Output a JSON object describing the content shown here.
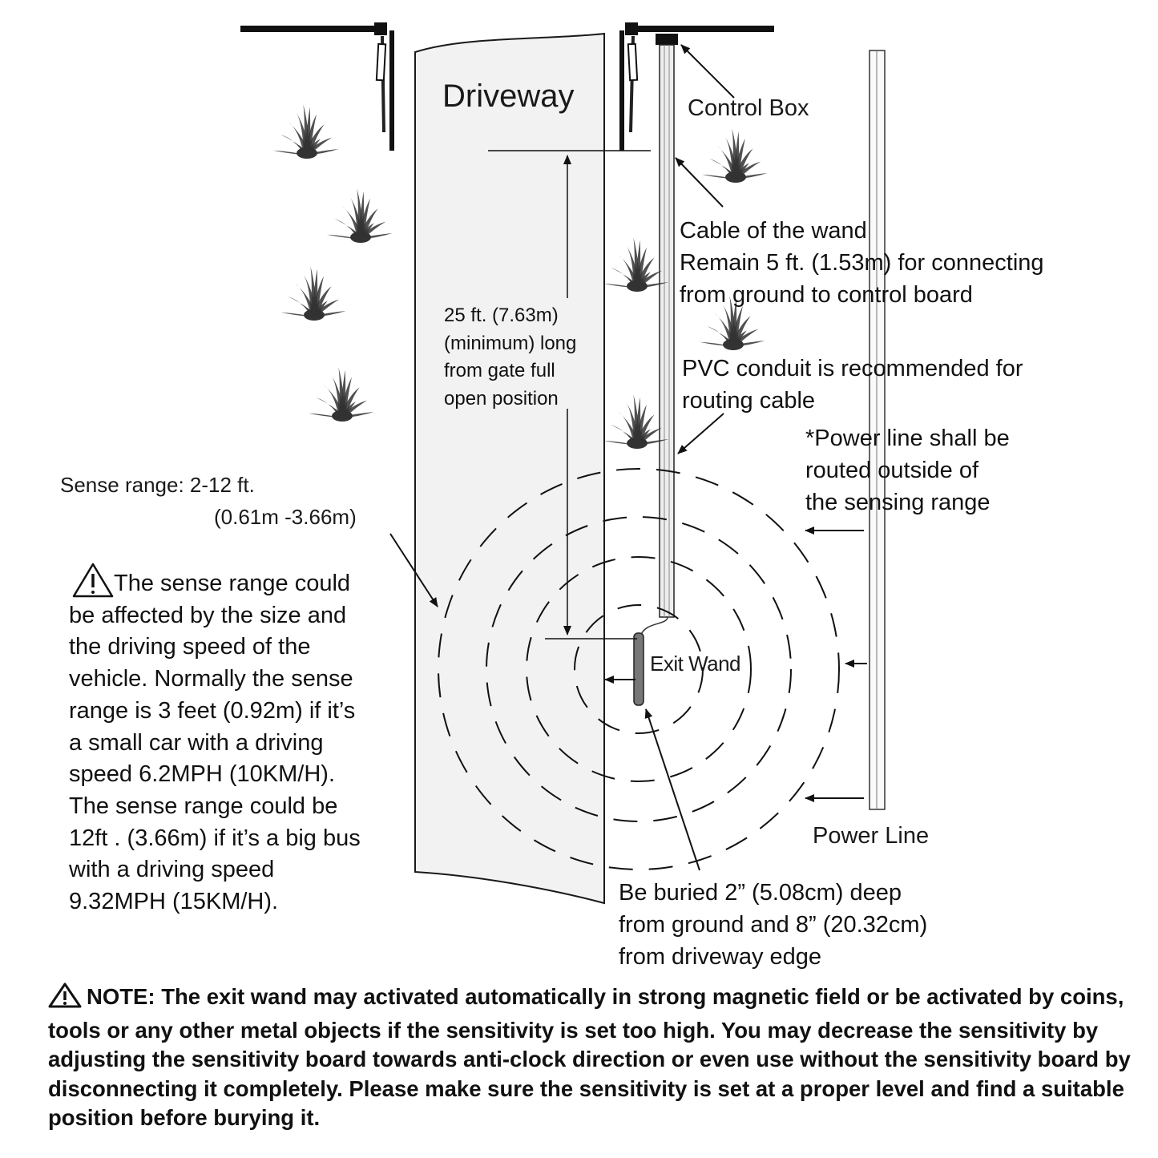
{
  "driveway_label": "Driveway",
  "labels": {
    "control_box": "Control Box",
    "cable": [
      "Cable of the wand",
      "Remain 5 ft. (1.53m) for connecting",
      "from ground to control board"
    ],
    "distance": [
      "25 ft. (7.63m)",
      "(minimum) long",
      "from gate full",
      "open position"
    ],
    "pvc": [
      "PVC conduit is recommended for",
      "routing cable"
    ],
    "power_note": [
      "*Power line shall be",
      "routed outside of",
      "the sensing range"
    ],
    "sense_range": [
      "Sense range: 2-12 ft.",
      "(0.61m -3.66m)"
    ],
    "sense_note": [
      "The sense range could",
      "be affected by the size and",
      "the driving speed of the",
      "vehicle. Normally the sense",
      "range is 3 feet (0.92m) if it’s",
      "a small car with a driving",
      "speed 6.2MPH (10KM/H).",
      "The sense range could be",
      "12ft . (3.66m) if it’s a big bus",
      "with a driving speed",
      "9.32MPH (15KM/H)."
    ],
    "exit_wand": "Exit Wand",
    "power_line": "Power Line",
    "buried": [
      "Be buried 2” (5.08cm) deep",
      "from ground and 8” (20.32cm)",
      "from driveway edge"
    ]
  },
  "note": {
    "prefix": "NOTE:",
    "text": "The exit wand may activated automatically in strong magnetic field or be activated by coins, tools or any other metal objects if the sensitivity is set too high. You may decrease the sensitivity by adjusting the sensitivity board towards anti-clock direction or even use without the sensitivity board by disconnecting it completely. Please make sure the sensitivity is set at a proper level and find a suitable position before burying it."
  },
  "colors": {
    "ink": "#111111",
    "driveway_fill": "#f2f2f2",
    "conduit_fill": "#eeeeee",
    "wand_fill": "#777777",
    "grass": "#333333"
  }
}
